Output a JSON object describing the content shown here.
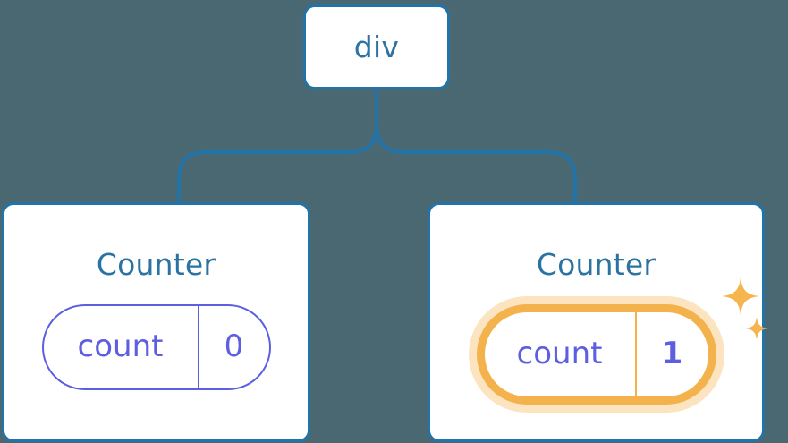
{
  "theme": {
    "background": "#4a6872",
    "node_border": "#2273a8",
    "node_fill": "#ffffff",
    "node_text": "#2b73a0",
    "connector_line": "#2273a8",
    "pill_stroke": "#5d5fe0",
    "pill_text": "#5d5fe0",
    "highlight_ring": "#f3b24b",
    "highlight_glow": "#fadfb0",
    "sparkle": "#f5b54f"
  },
  "tree": {
    "root": {
      "label": "div"
    },
    "children": [
      {
        "title": "Counter",
        "state": {
          "key": "count",
          "value": "0"
        },
        "highlighted": false
      },
      {
        "title": "Counter",
        "state": {
          "key": "count",
          "value": "1"
        },
        "highlighted": true,
        "sparkles": [
          "sparkle-large-icon",
          "sparkle-small-icon"
        ]
      }
    ]
  }
}
